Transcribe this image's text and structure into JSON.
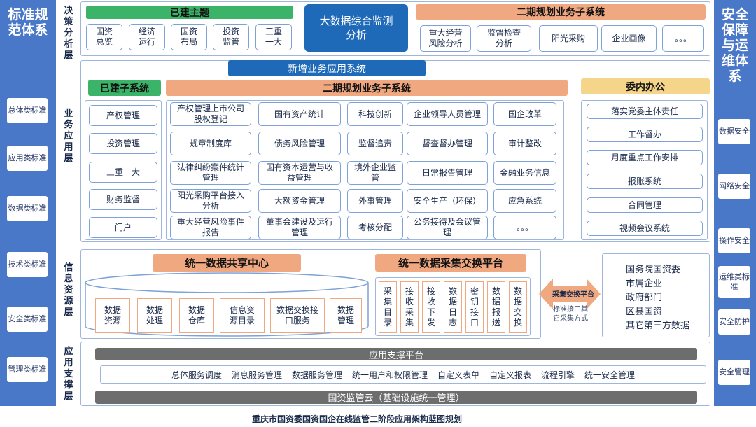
{
  "left_panel": {
    "title": "标准规范体系",
    "items": [
      "总体类标准",
      "应用类标准",
      "数据类标准",
      "技术类标准",
      "安全类标准",
      "管理类标准"
    ]
  },
  "right_panel": {
    "title": "安全保障与运维体系",
    "items": [
      "数据安全",
      "网络安全",
      "操作安全",
      "运维类标准",
      "安全防护",
      "安全管理"
    ]
  },
  "layers": {
    "decision": "决策分析层",
    "business": "业务应用层",
    "info": "信息资源层",
    "support": "应用支撑层"
  },
  "decision": {
    "built_header": "已建主题",
    "built_items": [
      "国资总览",
      "经济运行",
      "国资布局",
      "投资监管",
      "三重一大"
    ],
    "center": "大数据综合监测分析",
    "phase2_header": "二期规划业务子系统",
    "phase2_items": [
      "重大经营风险分析",
      "监督检查分析",
      "阳光采购",
      "企业画像",
      "。。。"
    ]
  },
  "business": {
    "new_header": "新增业务应用系统",
    "built_header": "已建子系统",
    "built_items": [
      "产权管理",
      "投资管理",
      "三重一大",
      "财务监督",
      "门户"
    ],
    "phase2_header": "二期规划业务子系统",
    "phase2_rows": [
      [
        "产权管理上市公司股权登记",
        "国有资产统计",
        "科技创新",
        "企业领导人员管理",
        "国企改革"
      ],
      [
        "规章制度库",
        "债务风险管理",
        "监督追责",
        "督查督办管理",
        "审计整改"
      ],
      [
        "法律纠纷案件统计管理",
        "国有资本运营与收益管理",
        "境外企业监管",
        "日常报告管理",
        "金融业务信息"
      ],
      [
        "阳光采购平台接入分析",
        "大额资金管理",
        "外事管理",
        "安全生产（环保）",
        "应急系统"
      ],
      [
        "重大经营风险事件报告",
        "董事会建设及运行管理",
        "考核分配",
        "公务接待及会议管理",
        "。。。"
      ]
    ],
    "office_header": "委内办公",
    "office_items": [
      "落实党委主体责任",
      "工作督办",
      "月度重点工作安排",
      "报账系统",
      "合同管理",
      "视频会议系统"
    ]
  },
  "info": {
    "share_header": "统一数据共享中心",
    "share_items": [
      "数据资源",
      "数据处理",
      "数据仓库",
      "信息资源目录",
      "数据交换接口服务",
      "数据管理"
    ],
    "exchange_header": "统一数据采集交换平台",
    "exchange_items": [
      "采集目录",
      "接收采集",
      "接收下发",
      "数据日志",
      "密钥接口",
      "数据报送",
      "数据交换"
    ],
    "arrow_title": "采集交换平台",
    "arrow_sub": "标准接口其它采集方式",
    "external": [
      "国务院国资委",
      "市属企业",
      "政府部门",
      "区县国资",
      "其它第三方数据"
    ]
  },
  "support": {
    "platform": "应用支撑平台",
    "services": [
      "总体服务调度",
      "消息服务管理",
      "数据服务管理",
      "统一用户和权限管理",
      "自定义表单",
      "自定义报表",
      "流程引擎",
      "统一安全管理"
    ],
    "cloud": "国资监管云（基础设施统一管理）"
  },
  "caption": "重庆市国资委国资国企在线监管二阶段应用架构蓝图规划",
  "colors": {
    "side": "#4a78c8",
    "built": "#3bb46a",
    "phase2": "#f0a880",
    "office": "#f5d58a",
    "accent": "#1f6ab8"
  }
}
